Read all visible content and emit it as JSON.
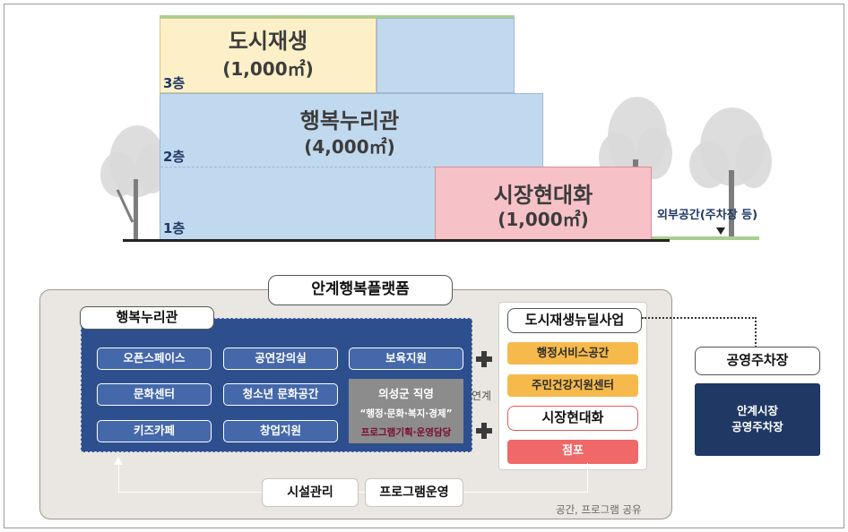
{
  "building": {
    "floors": {
      "third": "3층",
      "second": "2층",
      "first": "1층"
    },
    "urban_regen": {
      "name": "도시재생",
      "area": "(1,000㎡)"
    },
    "happiness_hall": {
      "name": "행복누리관",
      "area": "(4,000㎡)"
    },
    "market_modern": {
      "name": "시장현대화",
      "area": "(1,000㎡)"
    },
    "exterior_label": "외부공간(주차장 등)"
  },
  "platform": {
    "title": "안계행복플랫폼",
    "happiness_hall": {
      "title": "행복누리관",
      "facilities": [
        "오픈스페이스",
        "공연강의실",
        "보육지원",
        "문화센터",
        "청소년 문화공간",
        "키즈카페",
        "창업지원"
      ],
      "direct_operation": {
        "title": "의성군 직영",
        "areas": "“행정·문화·복지·경제”",
        "role": "프로그램기획·운영담당"
      }
    },
    "link_label": "연계",
    "new_deal": {
      "title": "도시재생뉴딜사업",
      "items": [
        "행정서비스공간",
        "주민건강지원센터"
      ]
    },
    "market": {
      "title": "시장현대화",
      "item": "점포"
    },
    "bottom_buttons": {
      "facility": "시설관리",
      "program": "프로그램운영"
    },
    "shared_note": "공간, 프로그램 공유"
  },
  "parking": {
    "title": "공영주차장",
    "detail_line1": "안계시장",
    "detail_line2": "공영주차장"
  },
  "colors": {
    "navy": "#1f3864",
    "panel_blue": "#2e4f8d",
    "chip_blue": "#4468aa",
    "orange": "#f6ba4c",
    "red": "#f06868",
    "light_blue": "#c1d9ee",
    "light_yellow": "#fdf0c8",
    "light_pink": "#f6c1c7"
  },
  "icons": [
    "tree-icon",
    "plus-icon",
    "arrow-up-icon",
    "arrow-down-icon"
  ]
}
